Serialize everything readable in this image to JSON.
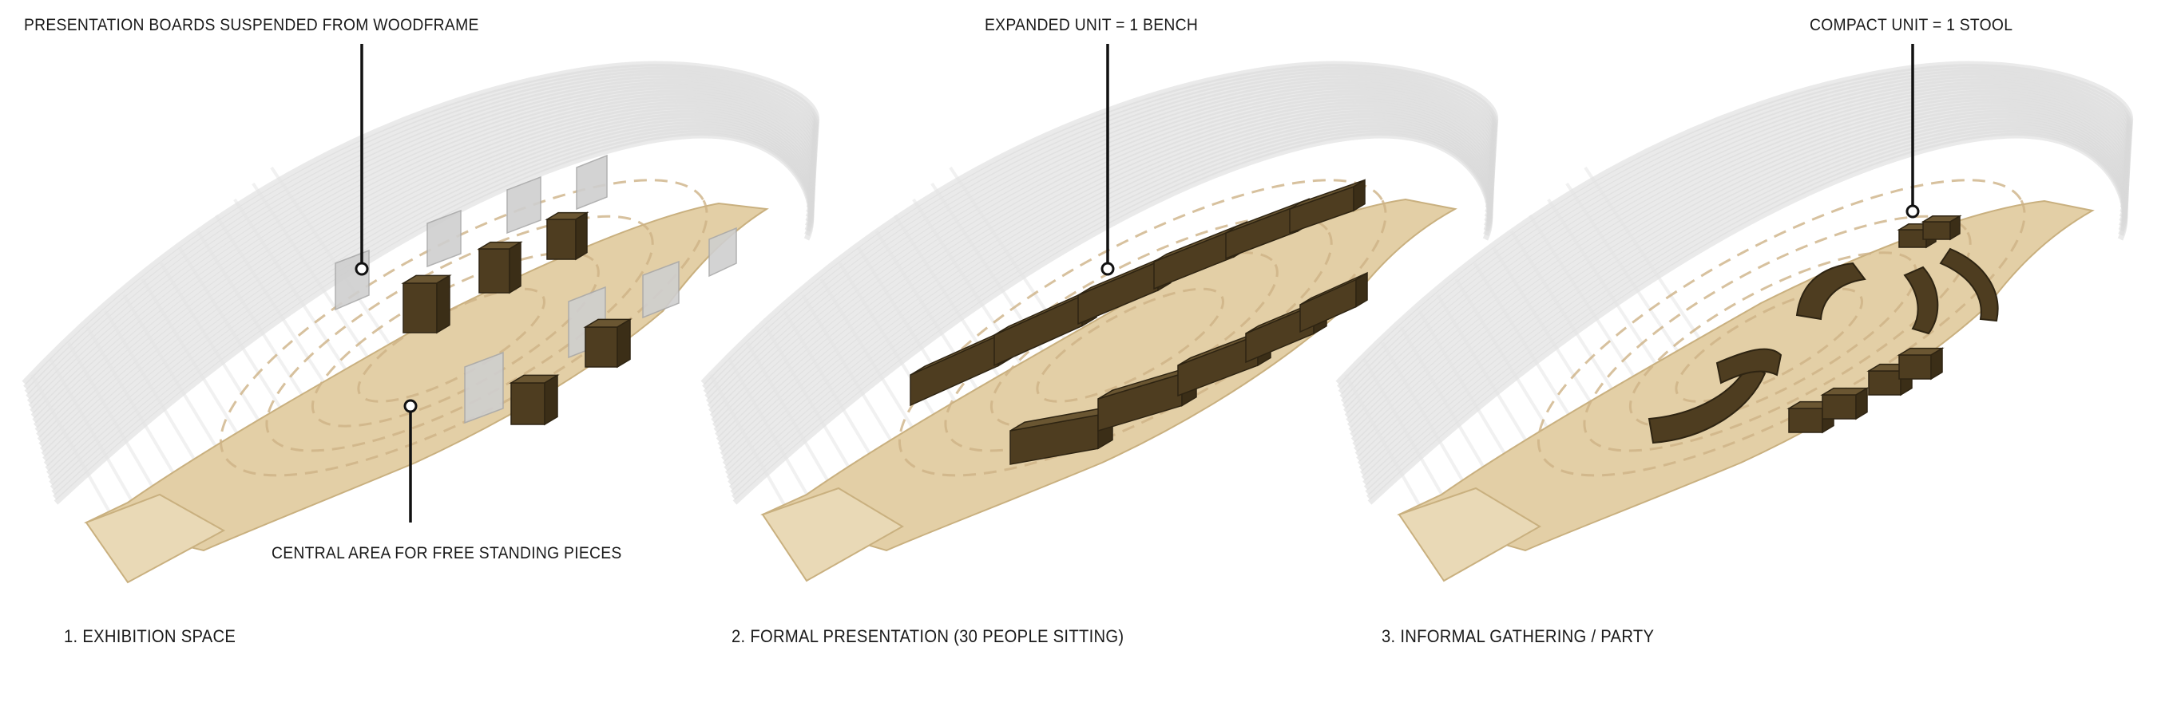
{
  "annotations": {
    "boards": "PRESENTATION BOARDS SUSPENDED FROM WOODFRAME",
    "central": "CENTRAL AREA FOR FREE STANDING PIECES",
    "bench": "EXPANDED UNIT = 1 BENCH",
    "stool": "COMPACT UNIT = 1 STOOL"
  },
  "captions": [
    "1. EXHIBITION SPACE",
    "2. FORMAL PRESENTATION (30 PEOPLE SITTING)",
    "3. INFORMAL GATHERING / PARTY"
  ],
  "colors": {
    "floor": "#e3cfa6",
    "floor_edge": "#c9b07f",
    "ribs": "#d8d8d8",
    "furniture": "#4e3d20",
    "furniture_top": "#6a5632",
    "board": "#cfcfcf"
  }
}
